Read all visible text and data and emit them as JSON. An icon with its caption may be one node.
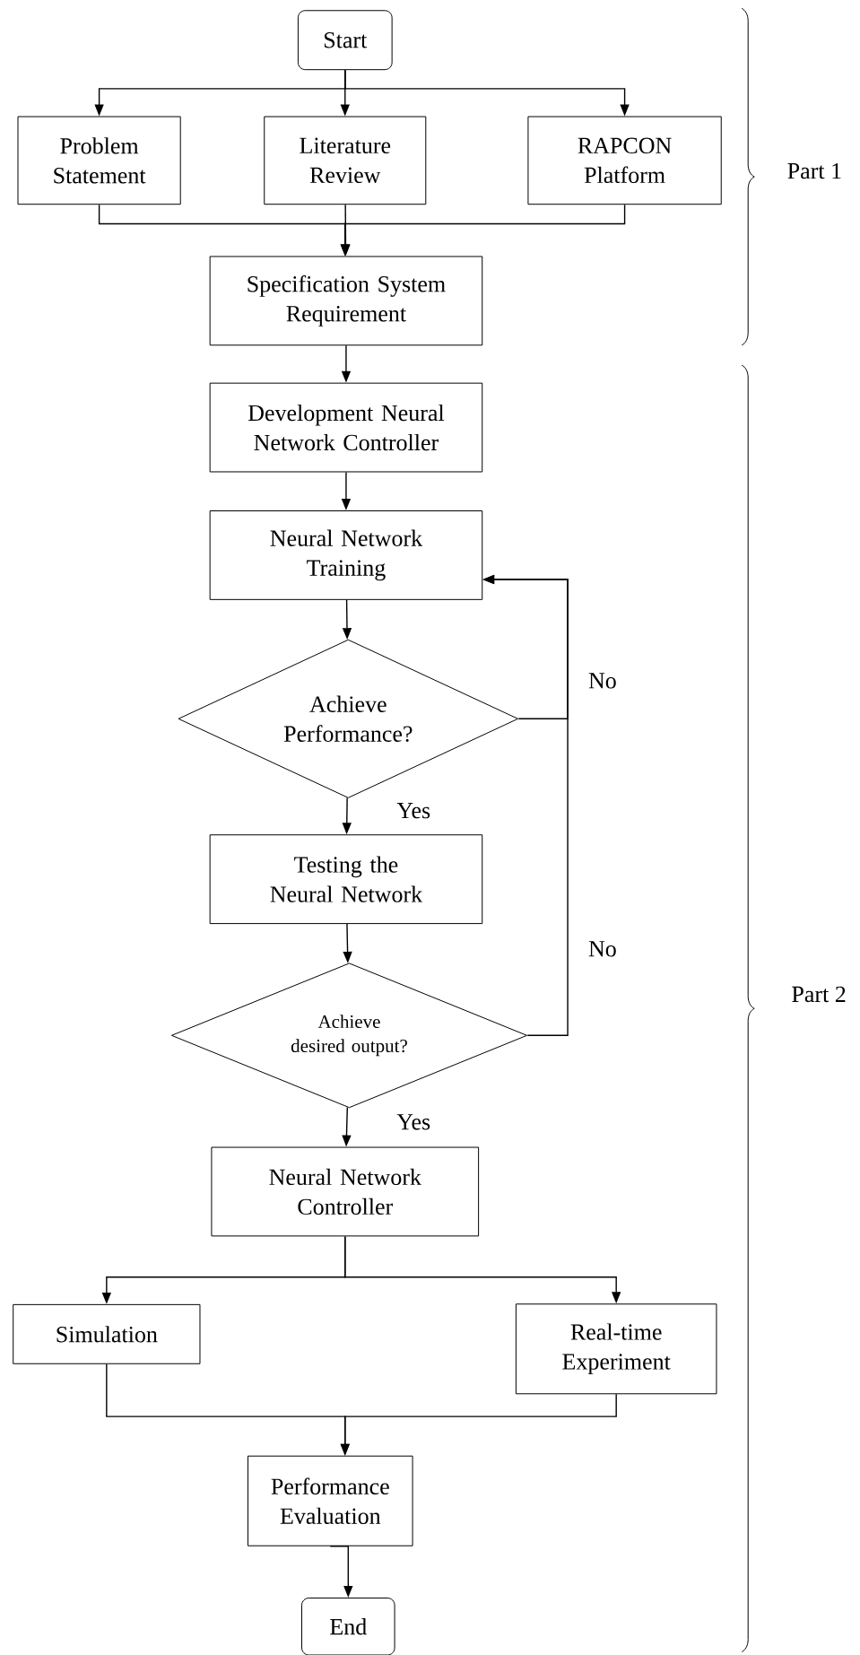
{
  "diagram": {
    "nodes": [
      {
        "text": [
          "Start"
        ]
      },
      {
        "text": [
          "Problem Statement"
        ]
      },
      {
        "text": [
          "Literature Review"
        ]
      },
      {
        "text": [
          "RAPCON Platform"
        ]
      },
      {
        "text": [
          "Specification System Requirement"
        ]
      },
      {
        "text": [
          "Development Neural Network Controller"
        ]
      },
      {
        "text": [
          "Neural Network Training"
        ]
      },
      {
        "text": [
          "Achieve Performance?"
        ]
      },
      {
        "text": [
          "Testing the Neural Network"
        ]
      },
      {
        "text": [
          "Achieve desired output?"
        ]
      },
      {
        "text": [
          "Neural Network Controller"
        ]
      },
      {
        "text": [
          "Simulation"
        ]
      },
      {
        "text": [
          "Real-time Experiment"
        ]
      },
      {
        "text": [
          "Performance Evaluation"
        ]
      },
      {
        "text": [
          "End"
        ]
      }
    ],
    "edges": [
      {
        "from": 0,
        "to": 1,
        "arrow": "to"
      },
      {
        "from": 0,
        "to": 2,
        "arrow": "to"
      },
      {
        "from": 0,
        "to": 3,
        "arrow": "to"
      },
      {
        "from": 1,
        "to": 4,
        "arrow": "to"
      },
      {
        "from": 2,
        "to": 4,
        "arrow": "to"
      },
      {
        "from": 3,
        "to": 4,
        "arrow": "to"
      },
      {
        "from": 4,
        "to": 5,
        "arrow": "to"
      },
      {
        "from": 5,
        "to": 6,
        "arrow": "to"
      },
      {
        "from": 6,
        "to": 7,
        "arrow": "to"
      },
      {
        "from": 7,
        "to": 8,
        "arrow": "to",
        "label": "Yes"
      },
      {
        "from": 7,
        "to": 6,
        "arrow": "to",
        "label": "No"
      },
      {
        "from": 8,
        "to": 9,
        "arrow": "to"
      },
      {
        "from": 9,
        "to": 10,
        "arrow": "to",
        "label": "Yes"
      },
      {
        "from": 9,
        "to": 6,
        "arrow": "to",
        "label": "No"
      },
      {
        "from": 10,
        "to": 11,
        "arrow": "to"
      },
      {
        "from": 10,
        "to": 12,
        "arrow": "to"
      },
      {
        "from": 11,
        "to": 13,
        "arrow": "to"
      },
      {
        "from": 12,
        "to": 13,
        "arrow": "to"
      },
      {
        "from": 13,
        "to": 14,
        "arrow": "to"
      }
    ],
    "labels": [
      "Part 1",
      "Part 2"
    ]
  }
}
